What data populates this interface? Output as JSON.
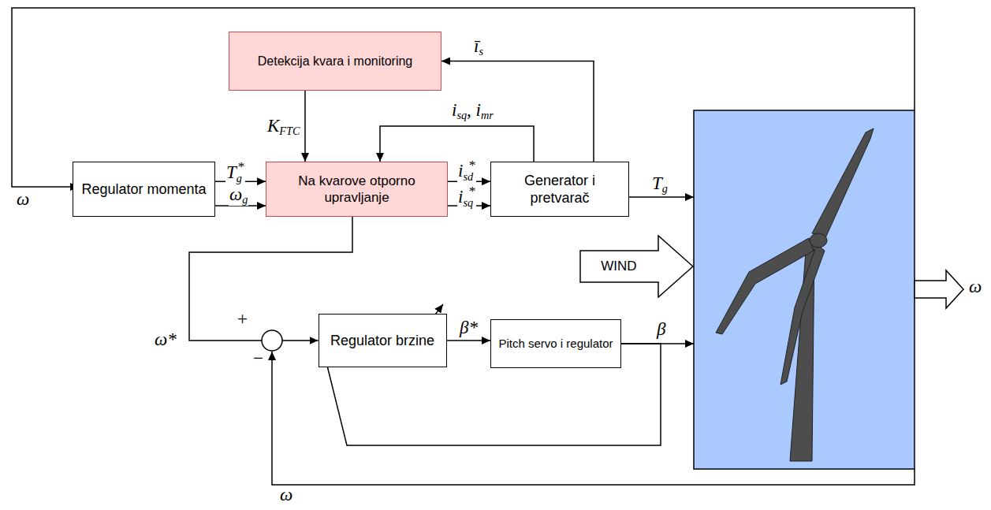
{
  "diagram": {
    "nodes": [
      {
        "text": [
          "Detekcija kvara i monitoring"
        ]
      },
      {
        "text": [
          "Regulator momenta"
        ]
      },
      {
        "text": [
          "Na kvarove otporno upravljanje"
        ]
      },
      {
        "text": [
          "Generator i pretvarač"
        ]
      },
      {
        "text": [
          "WIND"
        ]
      },
      {
        "text": [
          "Regulator brzine"
        ]
      },
      {
        "text": [
          "Pitch servo i regulator"
        ]
      }
    ],
    "edges": [
      {
        "from": 1,
        "to": 2,
        "arrow": "to",
        "label": "Tg*"
      },
      {
        "from": 1,
        "to": 2,
        "arrow": "to",
        "label": "ωg"
      },
      {
        "from": 0,
        "to": 2,
        "arrow": "to",
        "label": "KFTC"
      },
      {
        "from": 2,
        "to": 3,
        "arrow": "to",
        "label": "isd*"
      },
      {
        "from": 2,
        "to": 3,
        "arrow": "to",
        "label": "isq*"
      },
      {
        "from": 3,
        "to": 2,
        "arrow": "to",
        "label": "isq, imr"
      },
      {
        "from": 3,
        "to": 0,
        "arrow": "to",
        "label": "īs"
      },
      {
        "from": 5,
        "to": 6,
        "arrow": "to",
        "label": "β*"
      },
      {
        "from": 2,
        "to": 5,
        "arrow": "to",
        "label": "ω*"
      },
      {
        "from": 6,
        "to": 5,
        "arrow": "none"
      }
    ],
    "labels": [
      "ω",
      "ω",
      "ω",
      "Tg",
      "β",
      "+",
      "−"
    ]
  }
}
